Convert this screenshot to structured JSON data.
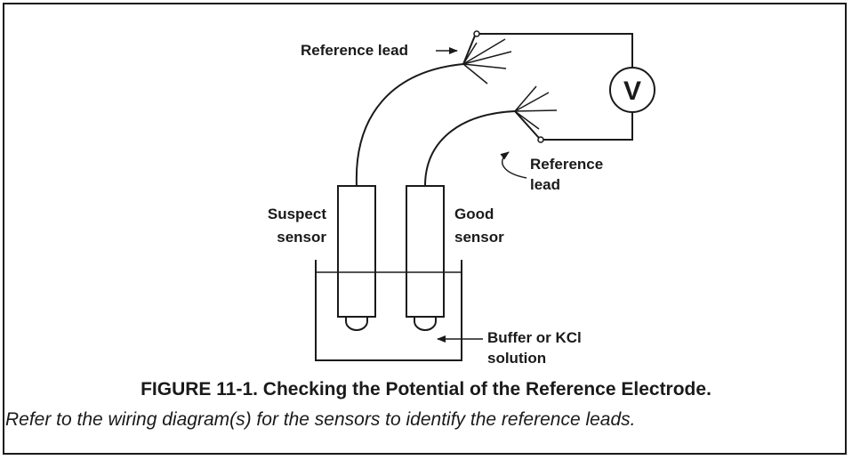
{
  "diagram": {
    "labels": {
      "reference_lead_top": "Reference lead",
      "reference_lead_right_line1": "Reference",
      "reference_lead_right_line2": "lead",
      "suspect_line1": "Suspect",
      "suspect_line2": "sensor",
      "good_line1": "Good",
      "good_line2": "sensor",
      "buffer_line1": "Buffer or KCl",
      "buffer_line2": "solution",
      "voltmeter": "V"
    }
  },
  "caption": {
    "title": "FIGURE 11-1. Checking the Potential of the Reference Electrode.",
    "note": "Refer to the wiring diagram(s) for the sensors to identify the reference leads."
  }
}
